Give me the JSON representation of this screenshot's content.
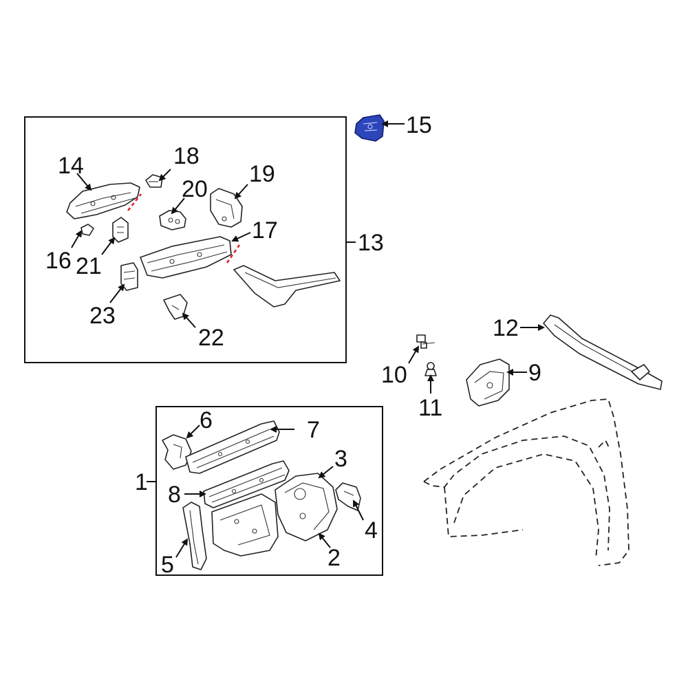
{
  "callouts": {
    "c1": "1",
    "c2": "2",
    "c3": "3",
    "c4": "4",
    "c5": "5",
    "c6": "6",
    "c7": "7",
    "c8": "8",
    "c9": "9",
    "c10": "10",
    "c11": "11",
    "c12": "12",
    "c13": "13",
    "c14": "14",
    "c15": "15",
    "c16": "16",
    "c17": "17",
    "c18": "18",
    "c19": "19",
    "c20": "20",
    "c21": "21",
    "c22": "22",
    "c23": "23"
  },
  "highlighted_part": "15",
  "colors": {
    "highlight": "#2c45b8",
    "cut_line": "#e0202a",
    "line": "#222222"
  }
}
